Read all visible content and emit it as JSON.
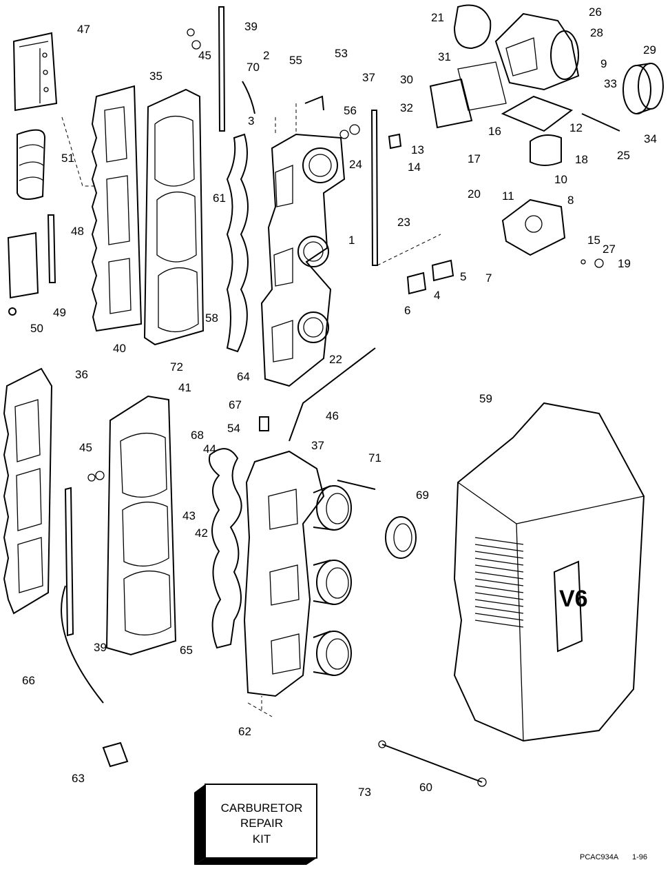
{
  "diagram": {
    "callouts": [
      "47",
      "39",
      "45",
      "2",
      "70",
      "55",
      "53",
      "37",
      "21",
      "26",
      "28",
      "29",
      "9",
      "31",
      "30",
      "33",
      "35",
      "3",
      "56",
      "32",
      "13",
      "16",
      "12",
      "34",
      "25",
      "24",
      "14",
      "17",
      "18",
      "51",
      "10",
      "20",
      "11",
      "8",
      "61",
      "48",
      "23",
      "1",
      "15",
      "27",
      "19",
      "5",
      "7",
      "4",
      "6",
      "49",
      "50",
      "58",
      "40",
      "72",
      "22",
      "64",
      "36",
      "41",
      "59",
      "67",
      "46",
      "54",
      "37",
      "68",
      "44",
      "45",
      "71",
      "69",
      "43",
      "42",
      "39",
      "65",
      "66",
      "62",
      "63",
      "73",
      "60"
    ],
    "kit_box": {
      "line1": "CARBURETOR",
      "line2": "REPAIR",
      "line3": "KIT"
    },
    "cover_badge": "V6",
    "drawing_code": "PCAC934A",
    "drawing_date": "1-96"
  }
}
